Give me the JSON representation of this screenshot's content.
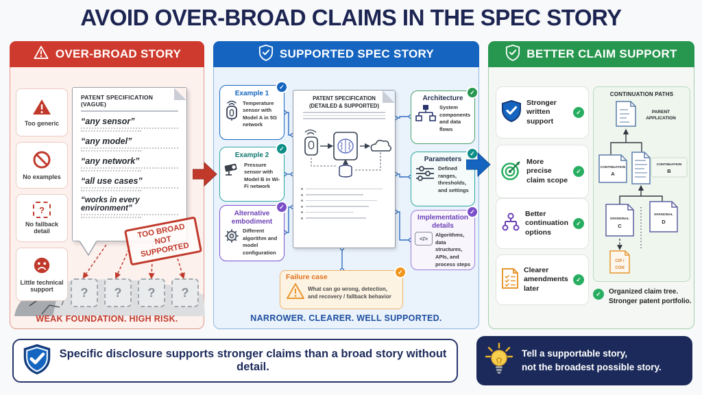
{
  "glyphs": {
    "check": "✓",
    "question": "?",
    "code": "</>"
  },
  "colors": {
    "red": "#cf3a2e",
    "blue": "#1565c0",
    "green": "#27964f",
    "teal": "#0e8f88",
    "purple": "#7a4fc9",
    "orange": "#e8962e",
    "navy": "#1b2a5a"
  },
  "title": "AVOID OVER-BROAD CLAIMS IN THE SPEC STORY",
  "p1": {
    "header": "OVER-BROAD STORY",
    "cards": [
      {
        "label": "Too generic"
      },
      {
        "label": "No examples"
      },
      {
        "label": "No fallback detail"
      },
      {
        "label": "Little technical support"
      }
    ],
    "doc": {
      "title": "PATENT SPECIFICATION (VAGUE)",
      "quotes": [
        "“any sensor”",
        "“any model”",
        "“any network”",
        "“all use cases”",
        "“works in every environment”"
      ]
    },
    "stamp": {
      "l1": "TOO BROAD",
      "l2": "NOT SUPPORTED"
    },
    "footer": "WEAK FOUNDATION. HIGH RISK."
  },
  "p2": {
    "header": "SUPPORTED SPEC STORY",
    "examples": [
      {
        "title": "Example 1",
        "text": "Temperature sensor with Model A in 5G network"
      },
      {
        "title": "Example 2",
        "text": "Pressure sensor with Model B in Wi-Fi network"
      },
      {
        "title": "Alternative embodiment",
        "text": "Different algorithm and model configuration"
      }
    ],
    "doc": {
      "t1": "PATENT SPECIFICATION",
      "t2": "(DETAILED & SUPPORTED)"
    },
    "aspects": [
      {
        "title": "Architecture",
        "text": "System components and data flows"
      },
      {
        "title": "Parameters",
        "text": "Defined ranges, thresholds, and settings"
      },
      {
        "title": "Implementation details",
        "text": "Algorithms, data structures, APIs, and process steps"
      }
    ],
    "failure": {
      "title": "Failure case",
      "text": "What can go wrong, detection, and recovery / fallback behavior"
    },
    "footer": "NARROWER. CLEARER. WELL SUPPORTED."
  },
  "p3": {
    "header": "BETTER CLAIM SUPPORT",
    "benefits": [
      {
        "label": "Stronger written support"
      },
      {
        "label": "More precise claim scope"
      },
      {
        "label": "Better continuation options"
      },
      {
        "label": "Clearer amendments later"
      }
    ],
    "tree": {
      "title": "CONTINUATION PATHS",
      "parent1": "PARENT",
      "parent2": "APPLICATION",
      "a1": "CONTINUATION",
      "a2": "A",
      "b1": "CONTINUATION",
      "b2": "B",
      "c1": "DIVISIONAL",
      "c2": "C",
      "d1": "DIVISIONAL",
      "d2": "D",
      "cip1": "CIP /",
      "cip2": "CON"
    },
    "footer1": "Organized claim tree.",
    "footer2": "Stronger patent portfolio."
  },
  "banner_left": {
    "text": "Specific disclosure supports stronger claims than a broad story without detail."
  },
  "banner_right": {
    "l1": "Tell a supportable story,",
    "l2": "not the broadest possible story."
  }
}
